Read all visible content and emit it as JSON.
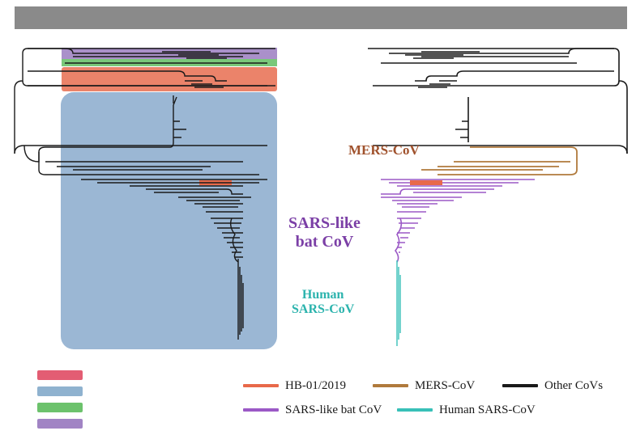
{
  "colors": {
    "hb01": "#e8694a",
    "mers": "#b07a3c",
    "other": "#1a1a1a",
    "sars_like": "#9b59c6",
    "human_sars": "#38c0b8",
    "blue_clade": "#9bb7d4",
    "red_clade": "#ea7c62",
    "green_clade": "#6cc26c",
    "purple_clade": "#a184c4"
  },
  "labels": {
    "mers": "MERS-CoV",
    "sars_like_line1": "SARS-like",
    "sars_like_line2": "bat CoV",
    "human_line1": "Human",
    "human_line2": "SARS-CoV"
  },
  "legend": [
    {
      "label": "HB-01/2019",
      "color": "#e8694a"
    },
    {
      "label": "MERS-CoV",
      "color": "#b07a3c"
    },
    {
      "label": "Other CoVs",
      "color": "#1a1a1a"
    },
    {
      "label": "SARS-like bat CoV",
      "color": "#9b59c6"
    },
    {
      "label": "Human SARS-CoV",
      "color": "#38c0b8"
    }
  ],
  "left_legend_swatches": [
    "#e35d73",
    "#8fb2cf",
    "#6cc26c",
    "#a184c4"
  ]
}
